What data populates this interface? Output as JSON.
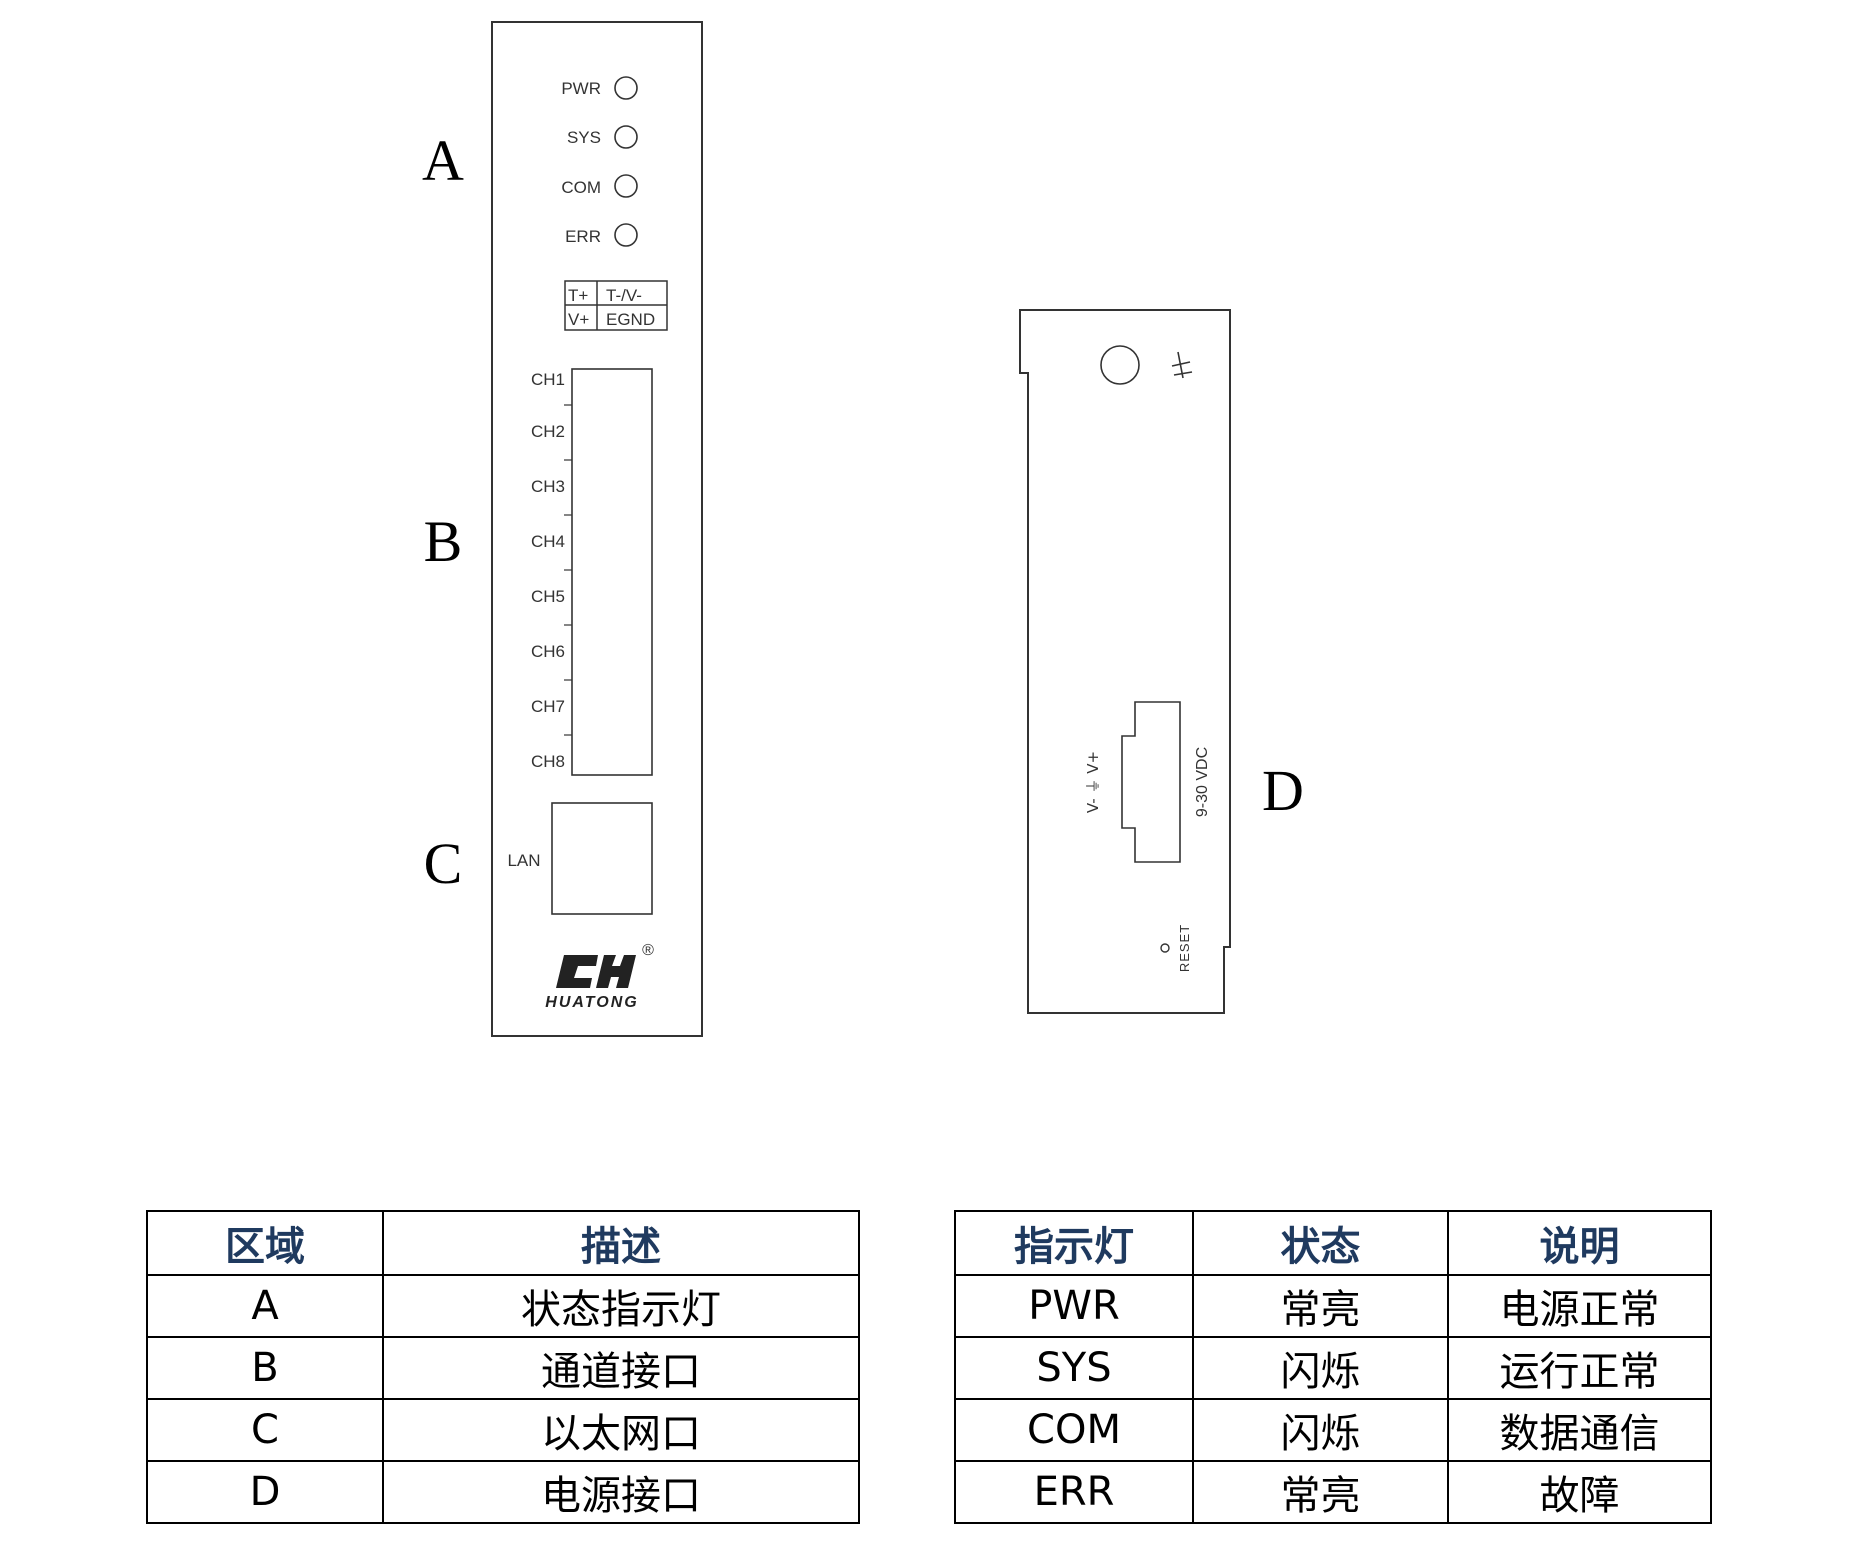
{
  "front_panel": {
    "zone_labels": [
      "A",
      "B",
      "C"
    ],
    "leds": [
      "PWR",
      "SYS",
      "COM",
      "ERR"
    ],
    "terminal": {
      "row1": [
        "T+",
        "T-/V-"
      ],
      "row2": [
        "V+",
        "EGND"
      ]
    },
    "channels": [
      "CH1",
      "CH2",
      "CH3",
      "CH4",
      "CH5",
      "CH6",
      "CH7",
      "CH8"
    ],
    "lan_label": "LAN",
    "logo_text": "HUATONG",
    "registered_mark": "®"
  },
  "side_panel": {
    "zone_label": "D",
    "power_pins": "V-  ⏚  V+",
    "voltage": "9-30 VDC",
    "reset_label": "RESET"
  },
  "area_table": {
    "headers": [
      "区域",
      "描述"
    ],
    "rows": [
      [
        "A",
        "状态指示灯"
      ],
      [
        "B",
        "通道接口"
      ],
      [
        "C",
        "以太网口"
      ],
      [
        "D",
        "电源接口"
      ]
    ]
  },
  "led_table": {
    "headers": [
      "指示灯",
      "状态",
      "说明"
    ],
    "rows": [
      [
        "PWR",
        "常亮",
        "电源正常"
      ],
      [
        "SYS",
        "闪烁",
        "运行正常"
      ],
      [
        "COM",
        "闪烁",
        "数据通信"
      ],
      [
        "ERR",
        "常亮",
        "故障"
      ]
    ]
  }
}
